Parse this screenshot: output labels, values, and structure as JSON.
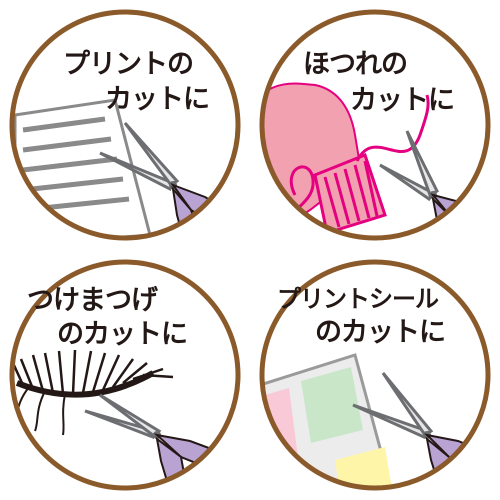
{
  "panels": [
    {
      "id": "print",
      "line1": "プリントの",
      "line2": "カットに",
      "icon": "paper-sheet-icon"
    },
    {
      "id": "fray",
      "line1": "ほつれの",
      "line2": "カットに",
      "icon": "pink-sweater-sleeve-icon"
    },
    {
      "id": "lash",
      "line1": "つけまつげ",
      "line2": "のカットに",
      "icon": "false-eyelash-icon"
    },
    {
      "id": "sticker",
      "line1": "プリントシール",
      "line2": "のカットに",
      "icon": "photo-sticker-sheet-icon"
    }
  ],
  "colors": {
    "ring": "#8b5a2b",
    "text": "#231815",
    "blade": "#6d6e71",
    "handle": "#b9a3d3",
    "pink": "#f2a1b1",
    "magenta": "#e4007f",
    "sticker_green": "#c9e7c8",
    "sticker_yellow": "#fff5a8",
    "sticker_pink": "#f9c9d7"
  }
}
